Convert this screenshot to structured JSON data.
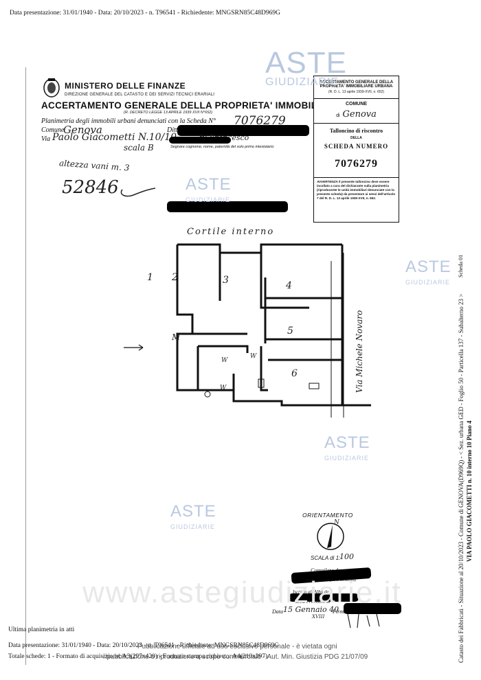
{
  "header": {
    "line": "Data presentazione: 31/01/1940 - Data: 20/10/2023 - n. T96541 - Richiedente: MNGSRN85C48D969G"
  },
  "form": {
    "ministry": "MINISTERO DELLE FINANZE",
    "direzione": "DIREZIONE GENERALE DEL CATASTO E DEI SERVIZI TECNICI ERARIALI",
    "title": "ACCERTAMENTO GENERALE DELLA PROPRIETA' IMMOBILIARE URBANA",
    "decree": "(R. DECRETO LEGGE 13 APRILE 1939 XVII N°652)",
    "planimetria": "Planimetria degli immobili urbani denunciati con la Scheda N°",
    "scheda_hand": "7076279",
    "comune_label": "Comune",
    "comune_hand": "Genova",
    "ditta_label": "Ditta",
    "via_label": "Via",
    "via_hand": "Paolo Giacometti N.10/10",
    "fu_hand": "fu Francesco",
    "segnare": "Segnare cognome, nome, paternità del solo primo intestatario",
    "scala_hand": "scala B",
    "altezza_hand": "altezza vani m. 3",
    "number_hand": "52846"
  },
  "tallon": {
    "title": "ACCERTAMENTO GENERALE DELLA PROPRIETA' IMMOBILIARE URBANA",
    "decree": "(R. D. L. 13 aprile 1939-XVII, n. 652)",
    "comune_label": "COMUNE",
    "di": "di",
    "comune_hand": "Genova",
    "talloncino": "Talloncino di riscontro",
    "della": "DELLA",
    "scheda": "SCHEDA NUMERO",
    "number": "7076279",
    "avvertenza_title": "AVVERTENZA",
    "avvertenza": "Il presente talloncino deve essere incollato a cura del dichiarante sulla planimetria (riproducente le unità immobiliari denunciate con la presente scheda) da presentare ai sensi dell'articolo 7 del R. D. L. 13 aprile 1939-XVII, n. 652."
  },
  "plan": {
    "cortile": "Cortile interno",
    "street": "Via Michele Novaro",
    "rooms": [
      "1",
      "2",
      "3",
      "4",
      "5",
      "6",
      "M",
      "W",
      "W",
      "W"
    ]
  },
  "bottom_form": {
    "orientamento": "ORIENTAMENTO",
    "north": "N",
    "scala": "SCALA di 1:",
    "scala_hand": "100",
    "compilata": "Compilata da",
    "nome_tecnico": "(Titolo, nome e cognome del tecnico)",
    "iscritto": "Iscritto all'Albo de",
    "provincia": "della Provincia di",
    "data_label": "Data",
    "data_hand": "15 Gennaio 40",
    "anno": "XVIII",
    "firma": "Firma"
  },
  "side_text": {
    "line1": "Catasto dei Fabbricati - Situazione al 20/10/2023 - Comune di GENOVA(D969Q) - < Sez. urbana GED - Foglio 50 - Particella 137 - Subalterno 23 >",
    "line2": "VIA PAOLO GIACOMETTI n. 10 interno 10 Piano 4",
    "scheda": "Scheda 01"
  },
  "footer": {
    "ultima": "Ultima planimetria in atti",
    "line1": "Data presentazione: 31/01/1940 - Data: 20/10/2023 - n. T96541 - Richiedente: MNGSRN85C48D969G",
    "line2": "Totale schede: 1 - Formato di acquisizione: A3(297x420) - Formato stampa richiesto: A4(210x297)"
  },
  "watermark": {
    "brand": "ASTE",
    "sub": "GIUDIZIARIE",
    "url": "www.astegiudiziarie.it",
    "overlay1": "Pubblicazione ufficiale ad uso esclusivo personale - è vietata ogni",
    "overlay2": "ripubblicazione o riproduzione a scopo commerciale - Aut. Min. Giustizia PDG 21/07/09"
  },
  "colors": {
    "watermark": "#b9c8e0",
    "ink": "#111111",
    "redaction": "#000000"
  }
}
